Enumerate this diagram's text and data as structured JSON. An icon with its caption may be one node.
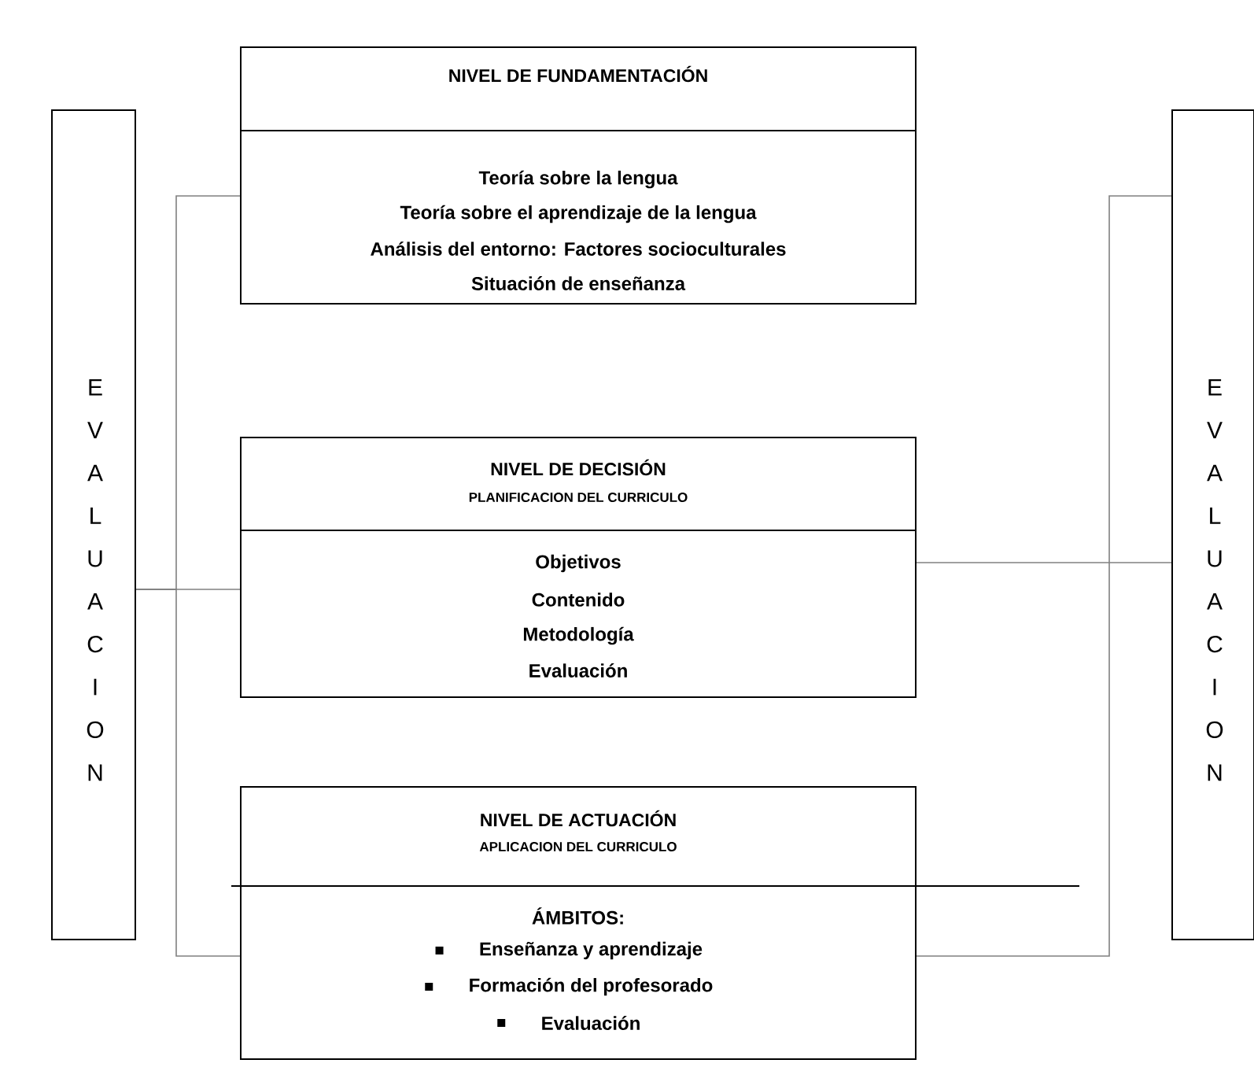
{
  "diagram": {
    "nodes": [
      {
        "text": [
          "EVALUACION"
        ]
      },
      {
        "text": [
          "NIVEL DE FUNDAMENTACIÓN",
          "Teoría sobre la lengua",
          "Teoría sobre el aprendizaje de la lengua",
          "Análisis del entorno: Factores socioculturales",
          "Situación de enseñanza"
        ]
      },
      {
        "text": [
          "NIVEL DE DECISIÓN",
          "PLANIFICACION DEL CURRICULO",
          "Objetivos",
          "Contenido",
          "Metodología",
          "Evaluación"
        ]
      },
      {
        "text": [
          "NIVEL DE ACTUACIÓN",
          "APLICACION DEL CURRICULO",
          "ÁMBITOS:",
          "Enseñanza y aprendizaje",
          "Formación del profesorado",
          "Evaluación"
        ]
      },
      {
        "text": [
          "EVALUACION"
        ]
      }
    ],
    "edges": [
      {
        "from": 0,
        "to": 1,
        "arrow": "none"
      },
      {
        "from": 0,
        "to": 2,
        "arrow": "none"
      },
      {
        "from": 0,
        "to": 3,
        "arrow": "none"
      },
      {
        "from": 4,
        "to": 2,
        "arrow": "none"
      },
      {
        "from": 4,
        "to": 3,
        "arrow": "none"
      }
    ]
  }
}
